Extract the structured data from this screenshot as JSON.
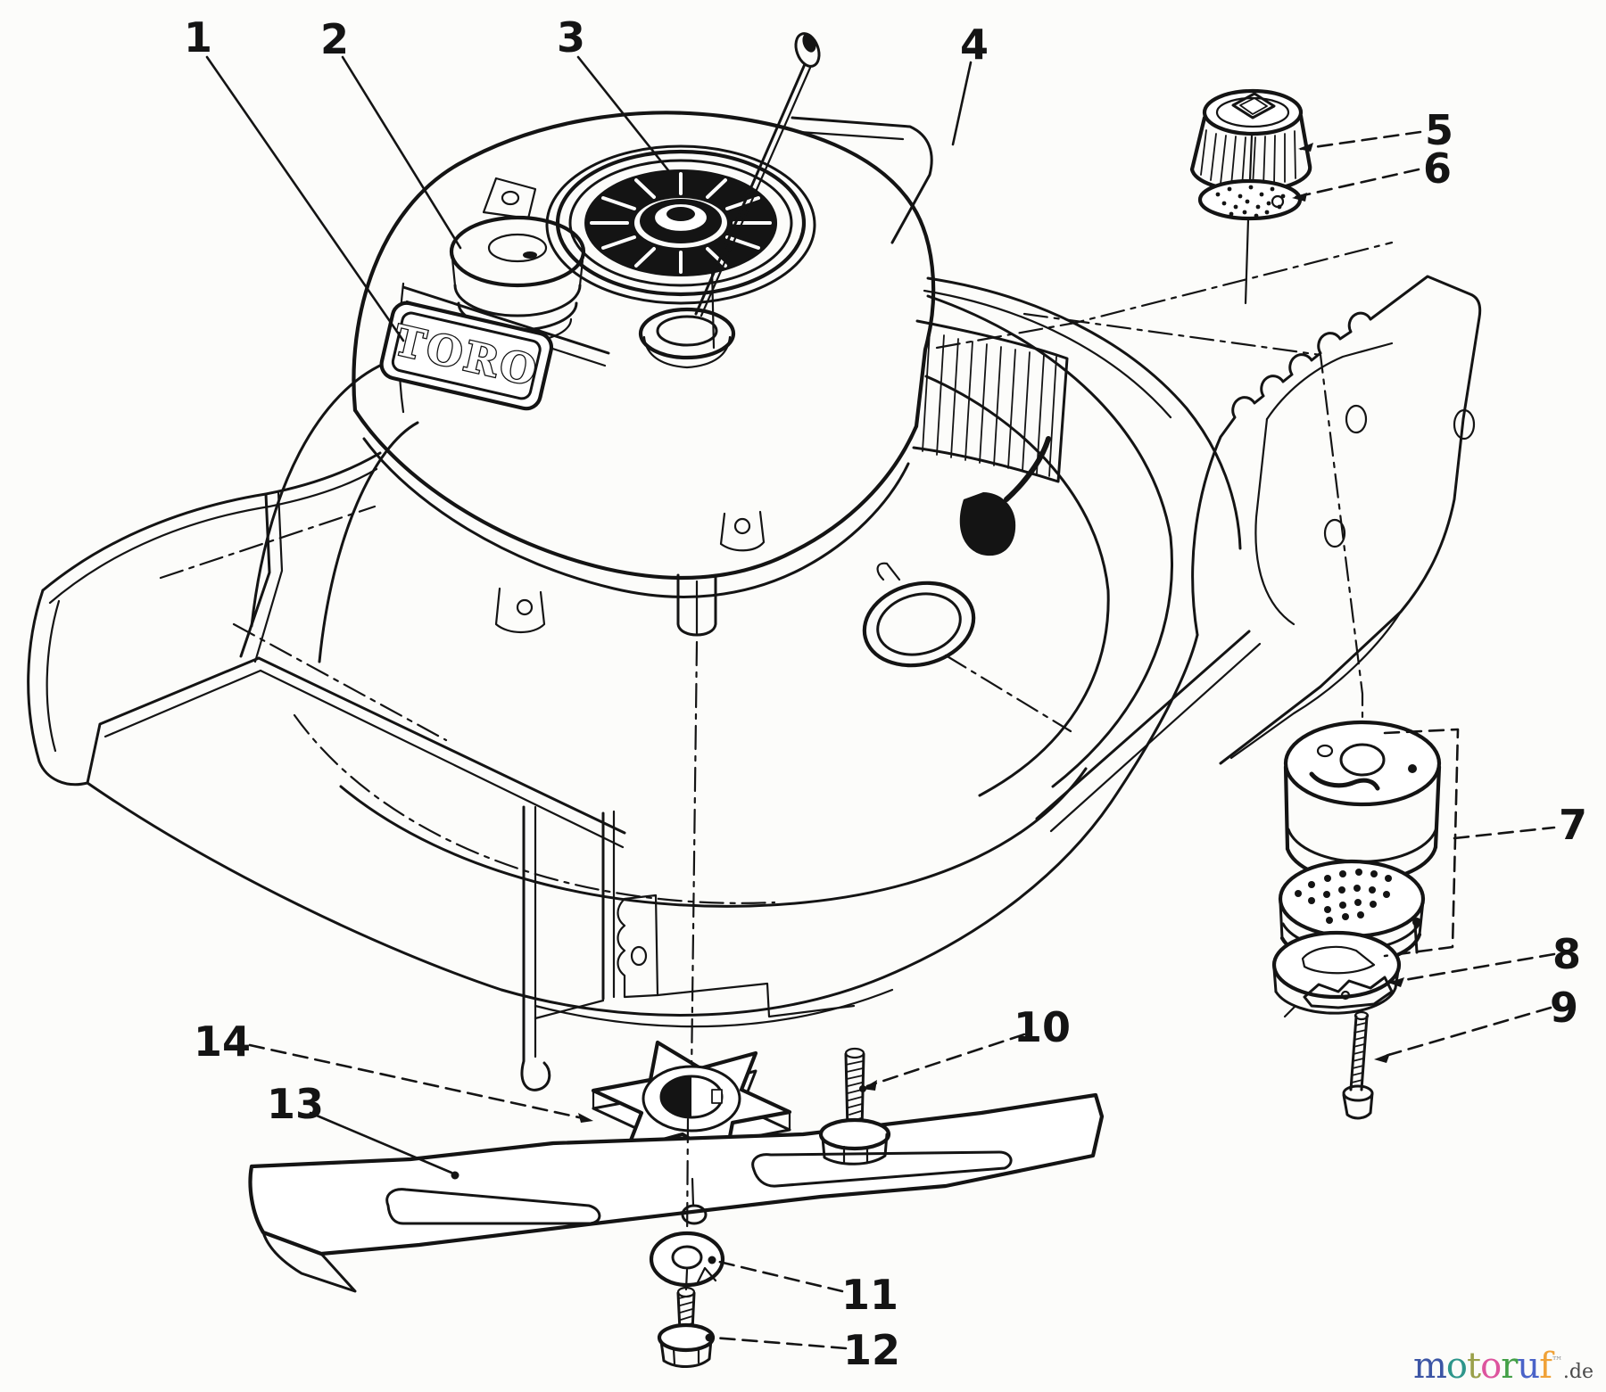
{
  "page": {
    "paper": "#fcfcfa",
    "ink": "#141414"
  },
  "diagram": {
    "brand_plate": "TORO",
    "callouts": [
      {
        "label": "1"
      },
      {
        "label": "2"
      },
      {
        "label": "3"
      },
      {
        "label": "4"
      },
      {
        "label": "5"
      },
      {
        "label": "6"
      },
      {
        "label": "7"
      },
      {
        "label": "8"
      },
      {
        "label": "9"
      },
      {
        "label": "10"
      },
      {
        "label": "11"
      },
      {
        "label": "12"
      },
      {
        "label": "13"
      },
      {
        "label": "14"
      }
    ]
  },
  "watermark": {
    "letters": [
      {
        "ch": "m",
        "color": "#3c55a5"
      },
      {
        "ch": "o",
        "color": "#2e968b"
      },
      {
        "ch": "t",
        "color": "#9aa04a"
      },
      {
        "ch": "o",
        "color": "#dd549e"
      },
      {
        "ch": "r",
        "color": "#43a047"
      },
      {
        "ch": "u",
        "color": "#4a63c8"
      },
      {
        "ch": "f",
        "color": "#f0a238"
      }
    ],
    "mark": "™",
    "tld": ".de",
    "tld_color": "#4a4a4a"
  }
}
